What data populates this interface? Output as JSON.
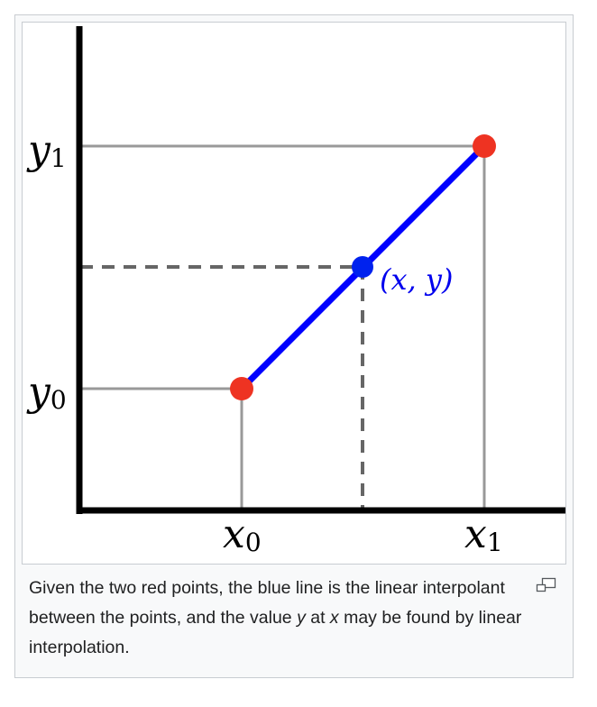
{
  "figure": {
    "labels": {
      "y1": "y",
      "y1_sub": "1",
      "y0": "y",
      "y0_sub": "0",
      "x0": "x",
      "x0_sub": "0",
      "x1": "x",
      "x1_sub": "1",
      "point": "(x, y)"
    },
    "colors": {
      "axis": "#000000",
      "guide": "#999999",
      "dashed": "#666666",
      "line": "#0000ff",
      "endpoints": "#ee3322",
      "interp_point": "#0022ee"
    }
  },
  "caption": {
    "part1": "Given the two red points, the blue line is the linear interpolant between the points, and the value ",
    "var_y": "y",
    "part2": " at ",
    "var_x": "x",
    "part3": " may be found by linear interpolation."
  },
  "icons": {
    "magnify": "magnify-clip-icon"
  }
}
